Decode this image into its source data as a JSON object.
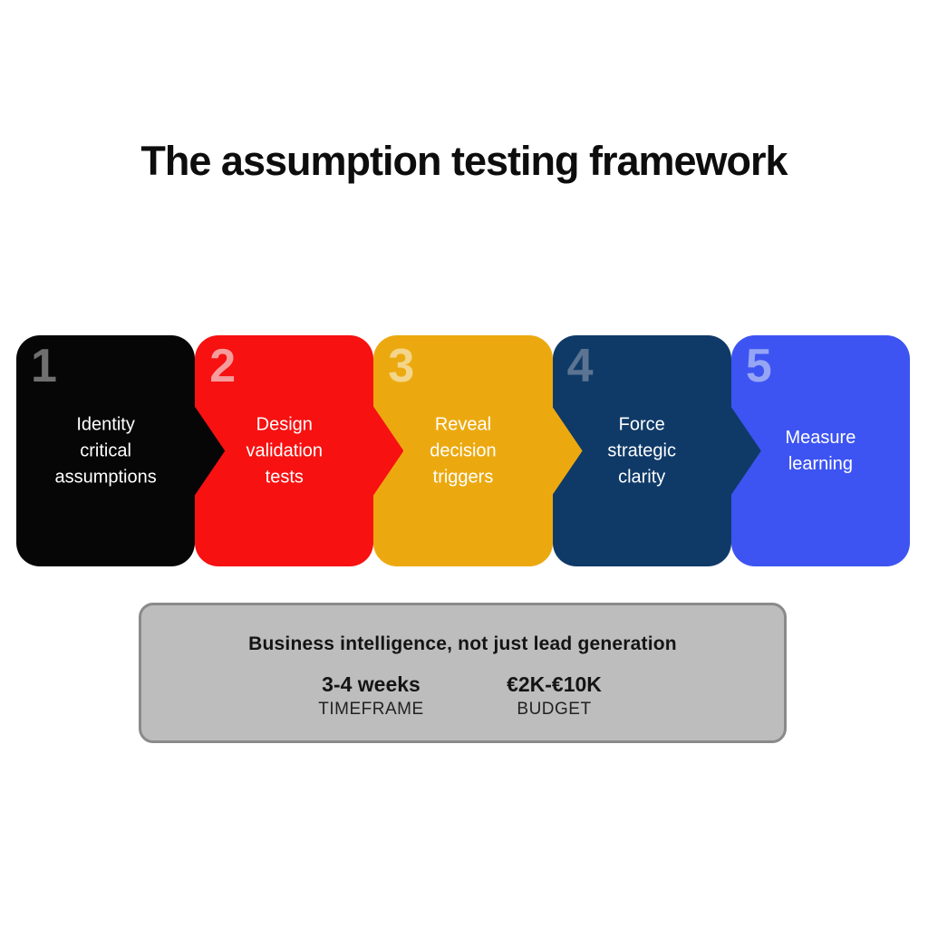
{
  "title": "The assumption testing framework",
  "steps": [
    {
      "number": "1",
      "label": "Identity\ncritical\nassumptions",
      "color": "#060606",
      "number_color": "#6f6f6f"
    },
    {
      "number": "2",
      "label": "Design\nvalidation\ntests",
      "color": "#f71111",
      "number_color": "#f59c9c"
    },
    {
      "number": "3",
      "label": "Reveal\ndecision\ntriggers",
      "color": "#eca90f",
      "number_color": "#f3d68b"
    },
    {
      "number": "4",
      "label": "Force\nstrategic\nclarity",
      "color": "#0f3a68",
      "number_color": "#5c7492"
    },
    {
      "number": "5",
      "label": "Measure\nlearning",
      "color": "#3d54f2",
      "number_color": "#96a5f4"
    }
  ],
  "summary": {
    "headline": "Business intelligence, not just lead generation",
    "stats": [
      {
        "value": "3-4 weeks",
        "label": "TIMEFRAME"
      },
      {
        "value": "€2K-€10K",
        "label": "BUDGET"
      }
    ],
    "background_color": "#bdbdbd",
    "border_color": "#8a8a8a"
  }
}
